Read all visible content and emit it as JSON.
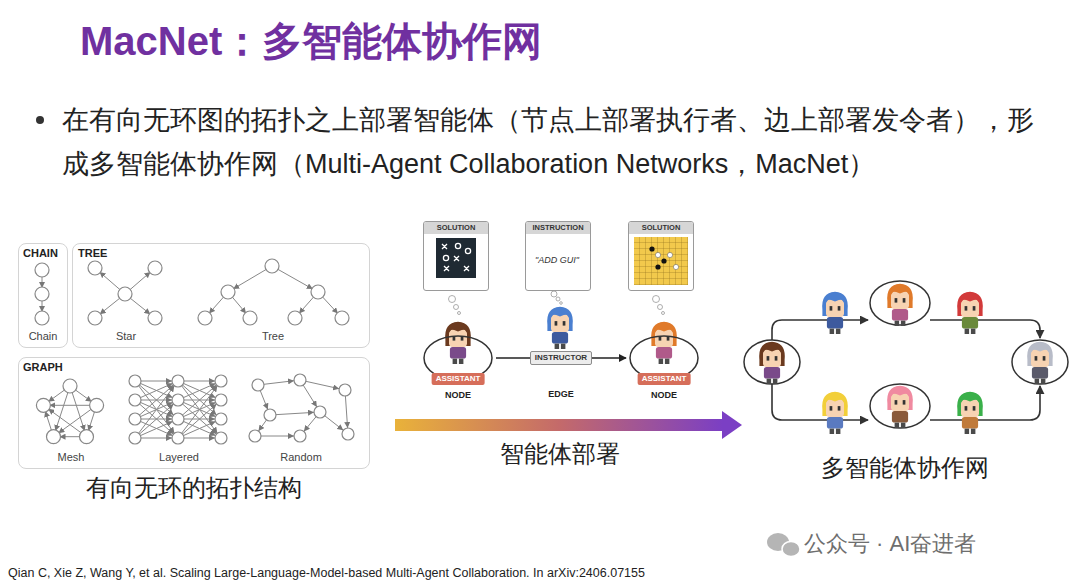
{
  "diagram": {
    "title": "MacNet：多智能体协作网",
    "caption": "Qian C, Xie Z, Wang Y, et al. Scaling Large-Language-Model-based Multi-Agent Collaboration. In arXiv:2406.07155",
    "nodes": [
      {
        "text": [
          "CHAIN",
          "Chain"
        ]
      },
      {
        "text": [
          "TREE",
          "Star",
          "Tree"
        ]
      },
      {
        "text": [
          "GRAPH",
          "Mesh",
          "Layered",
          "Random"
        ]
      },
      {
        "text": [
          "SOLUTION"
        ]
      },
      {
        "text": [
          "INSTRUCTION",
          "\"ADD GUI\""
        ]
      },
      {
        "text": [
          "SOLUTION"
        ]
      },
      {
        "text": [
          "ASSISTANT",
          "NODE"
        ]
      },
      {
        "text": [
          "ASSISTANT",
          "NODE"
        ]
      }
    ],
    "edges": [
      {
        "from": 6,
        "to": 7,
        "arrow": "to",
        "label": "INSTRUCTOR"
      }
    ],
    "labels": [
      "在有向无环图的拓扑之上部署智能体（节点上部署执行者、边上部署发令者），形成多智能体协作网（Multi-Agent Collaboration Networks，MacNet）",
      "有向无环的拓扑结构",
      "EDGE",
      "智能体部署",
      "多智能体协作网",
      "公众号 · AI奋进者"
    ]
  }
}
